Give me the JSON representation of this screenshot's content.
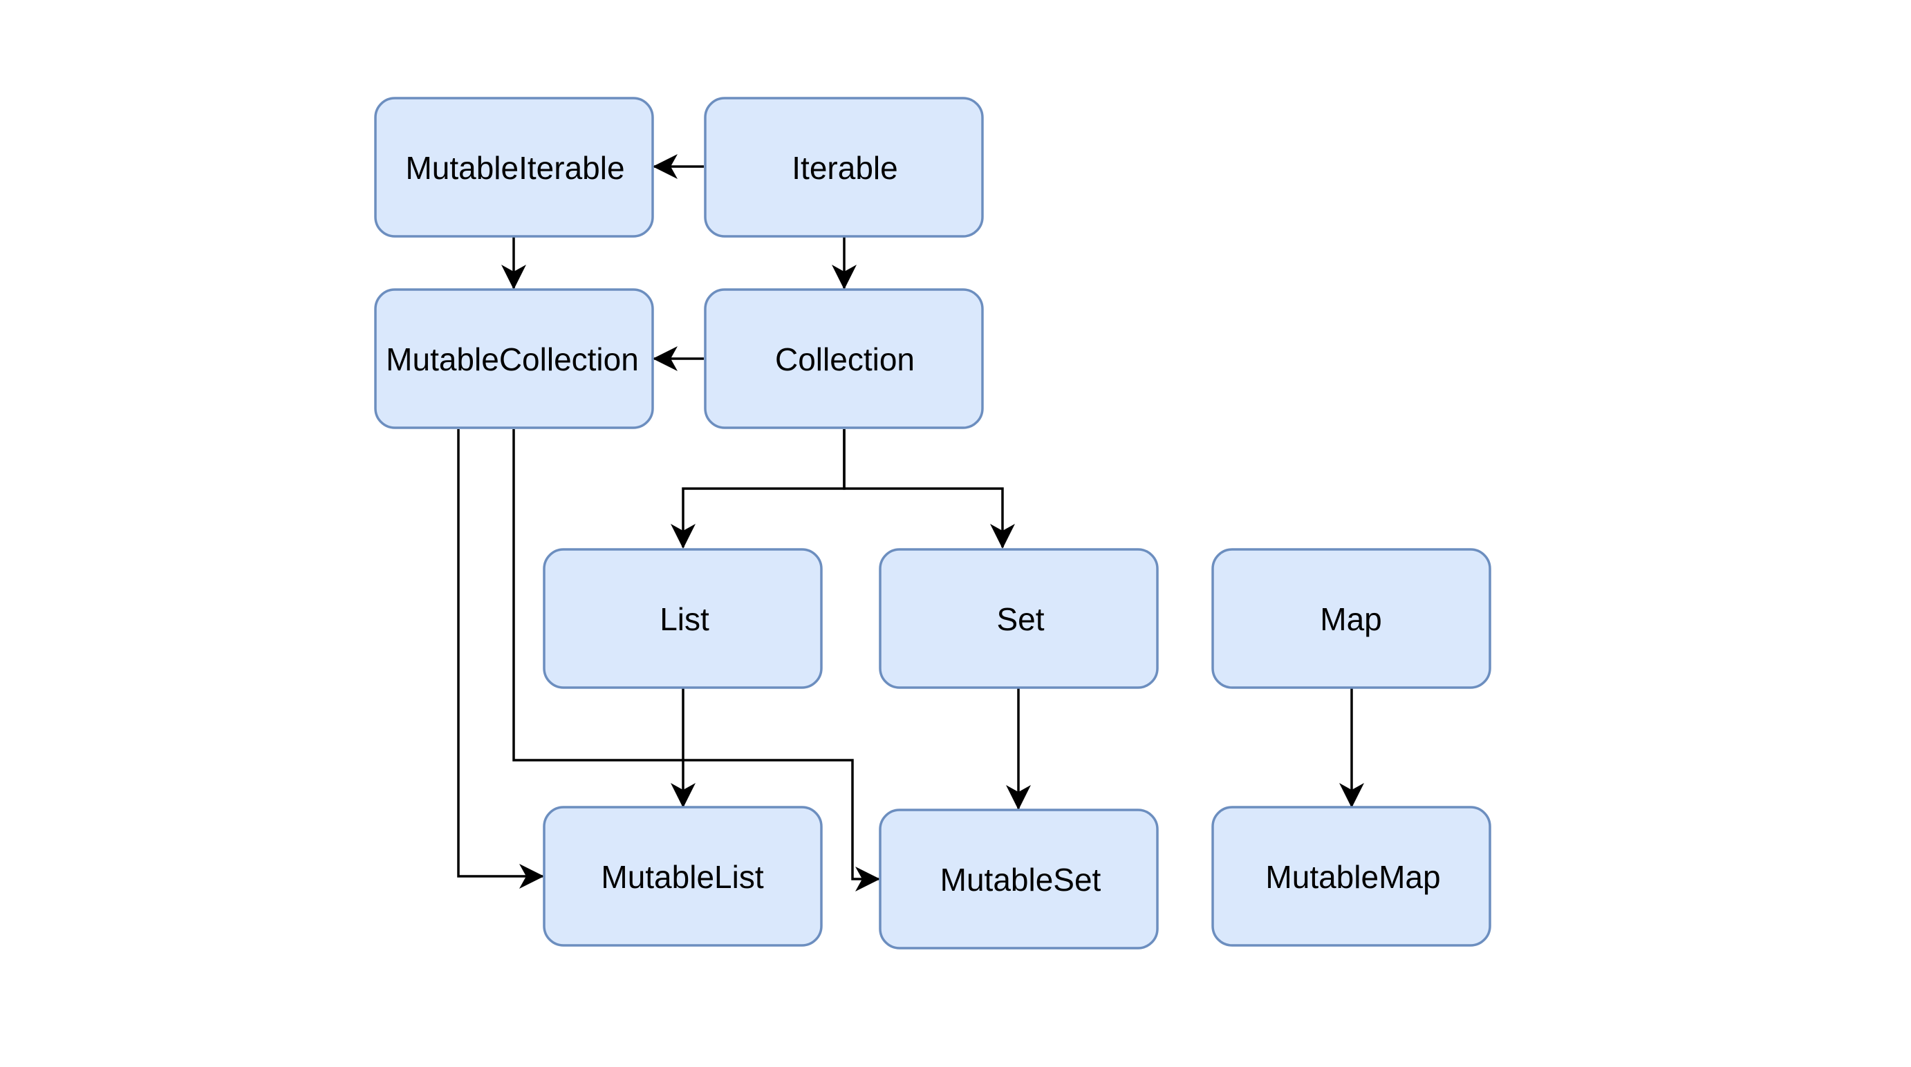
{
  "diagram": {
    "type": "class-hierarchy",
    "nodes": {
      "mutable_iterable": "MutableIterable",
      "iterable": "Iterable",
      "mutable_collection": "MutableCollection",
      "collection": "Collection",
      "list": "List",
      "set": "Set",
      "map": "Map",
      "mutable_list": "MutableList",
      "mutable_set": "MutableSet",
      "mutable_map": "MutableMap"
    },
    "edges": [
      {
        "from": "Iterable",
        "to": "MutableIterable"
      },
      {
        "from": "Iterable",
        "to": "Collection"
      },
      {
        "from": "MutableIterable",
        "to": "MutableCollection"
      },
      {
        "from": "Collection",
        "to": "MutableCollection"
      },
      {
        "from": "Collection",
        "to": "List"
      },
      {
        "from": "Collection",
        "to": "Set"
      },
      {
        "from": "List",
        "to": "MutableList"
      },
      {
        "from": "MutableCollection",
        "to": "MutableList"
      },
      {
        "from": "MutableCollection",
        "to": "MutableSet"
      },
      {
        "from": "Set",
        "to": "MutableSet"
      },
      {
        "from": "Map",
        "to": "MutableMap"
      }
    ],
    "colors": {
      "node_fill": "#dae8fc",
      "node_stroke": "#6c8ebf",
      "edge": "#000000",
      "background": "#ffffff"
    }
  }
}
